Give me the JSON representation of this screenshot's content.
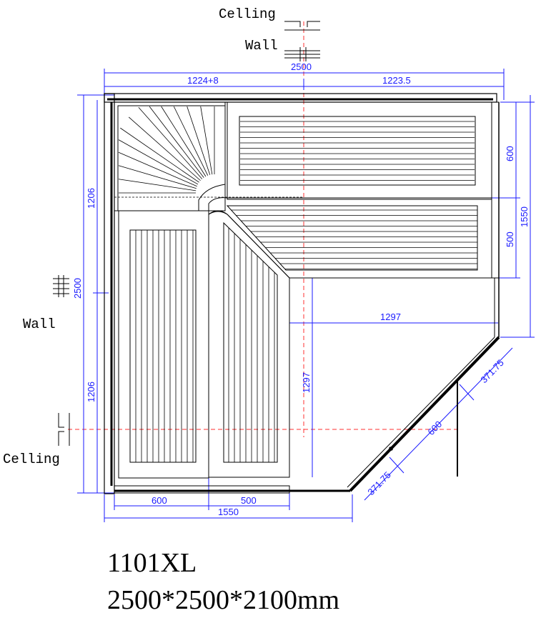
{
  "labels": {
    "ceiling_top": "Celling",
    "wall_top": "Wall",
    "wall_left": "Wall",
    "ceiling_left": "Celling"
  },
  "dimensions": {
    "top_total": "2500",
    "top_left": "1224+8",
    "top_right": "1223.5",
    "left_total": "2500",
    "left_upper": "1206",
    "left_lower": "1206",
    "right_upper": "600",
    "right_mid": "500",
    "right_total": "1550",
    "inner_h": "1297",
    "inner_v": "1297",
    "diag_upper": "371.75",
    "diag_mid": "600",
    "diag_lower": "371.75",
    "bottom_left": "600",
    "bottom_mid": "500",
    "bottom_total": "1550"
  },
  "caption": {
    "model": "1101XL",
    "size": "2500*2500*2100mm"
  },
  "colors": {
    "dimension": "#1a1aff",
    "axis": "#ff3030",
    "lines": "#000000"
  }
}
